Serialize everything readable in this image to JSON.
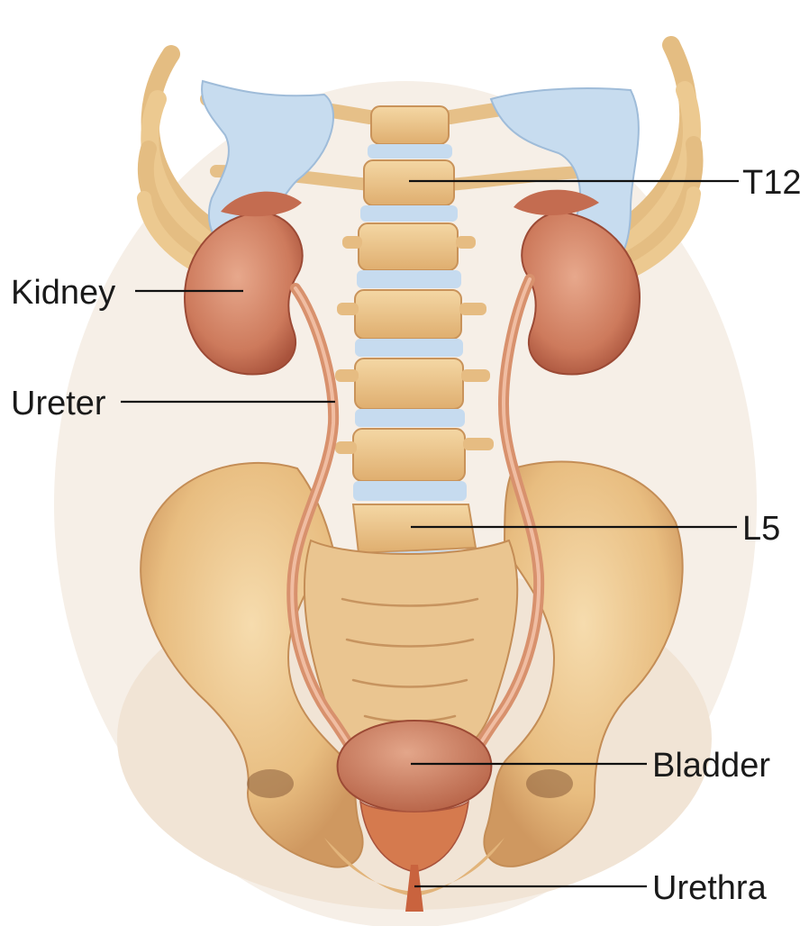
{
  "labels": {
    "kidney": "Kidney",
    "ureter": "Ureter",
    "t12": "T12",
    "l5": "L5",
    "bladder": "Bladder",
    "urethra": "Urethra"
  },
  "colors": {
    "bone": "#edc487",
    "bone_dark": "#c9935a",
    "cartilage": "#bcd3ea",
    "kidney": "#cf7d5f",
    "kidney_dark": "#a9533c",
    "ureter": "#d99775",
    "bladder": "#c8785c",
    "background_wash": "#f3ebe2"
  }
}
